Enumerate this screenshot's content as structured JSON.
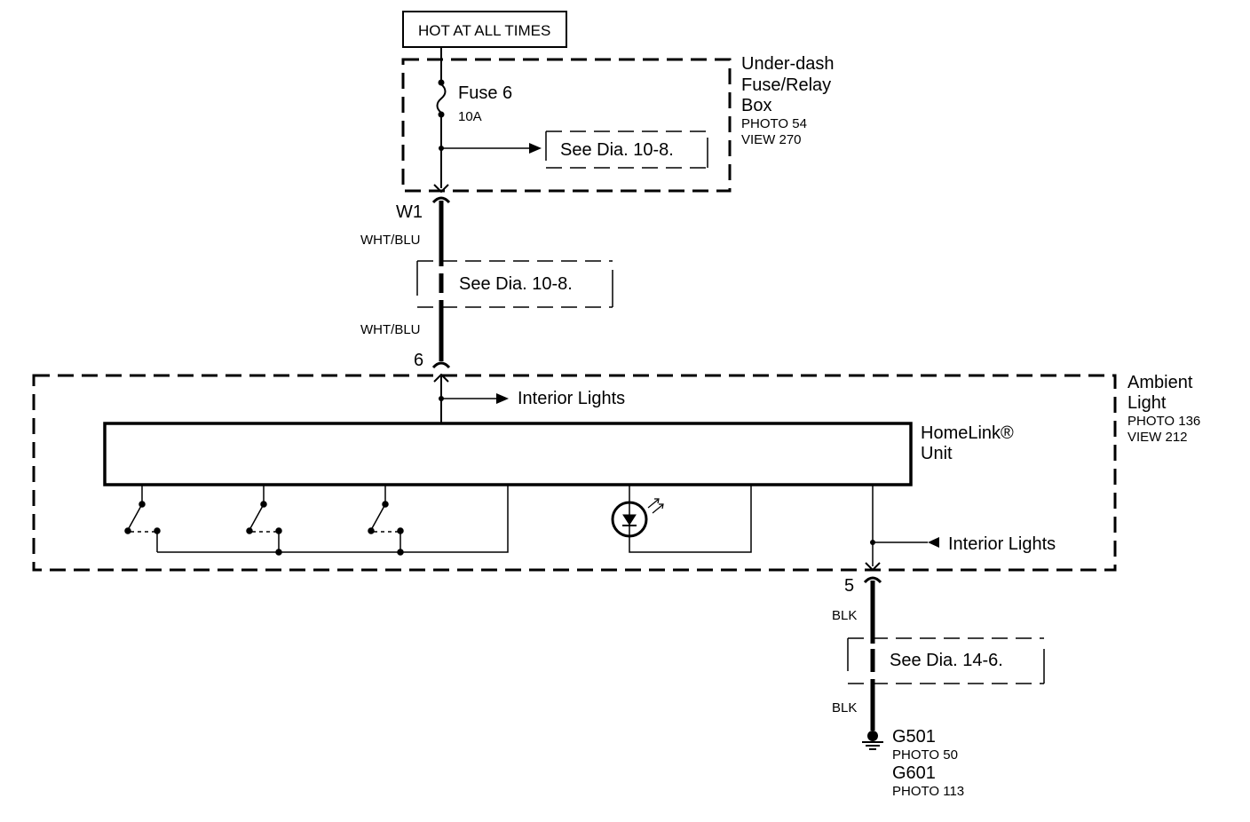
{
  "power_source": {
    "label": "HOT AT ALL TIMES"
  },
  "fuse_box": {
    "name_lines": [
      "Under-dash",
      "Fuse/Relay",
      "Box"
    ],
    "photo": "PHOTO 54",
    "view": "VIEW 270",
    "fuse_label": "Fuse 6",
    "fuse_rating": "10A",
    "see_diagram": "See Dia. 10-8."
  },
  "connector_top": {
    "pin": "W1",
    "wire_color_upper": "WHT/BLU",
    "see_diagram": "See Dia. 10-8.",
    "wire_color_lower": "WHT/BLU"
  },
  "ambient_light": {
    "pin_in": "6",
    "name_lines": [
      "Ambient",
      "Light"
    ],
    "photo": "PHOTO 136",
    "view": "VIEW 212",
    "interior_lights_top": "Interior Lights",
    "unit_lines": [
      "HomeLink®",
      "Unit"
    ],
    "interior_lights_bottom": "Interior Lights"
  },
  "ground_circuit": {
    "pin": "5",
    "wire_color_upper": "BLK",
    "see_diagram": "See Dia. 14-6.",
    "wire_color_lower": "BLK",
    "grounds": [
      {
        "id": "G501",
        "photo": "PHOTO 50"
      },
      {
        "id": "G601",
        "photo": "PHOTO 113"
      }
    ]
  }
}
